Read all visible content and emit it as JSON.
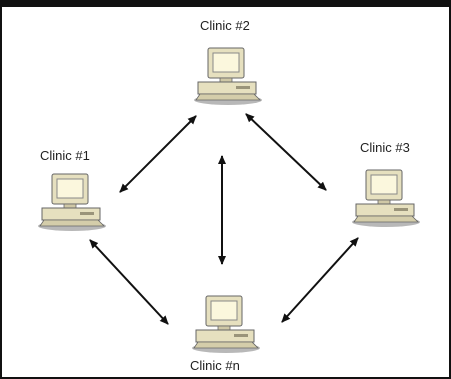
{
  "nodes": [
    {
      "id": "clinic-2",
      "label": "Clinic #2",
      "icon": "computer-icon"
    },
    {
      "id": "clinic-1",
      "label": "Clinic #1",
      "icon": "computer-icon"
    },
    {
      "id": "clinic-3",
      "label": "Clinic #3",
      "icon": "computer-icon"
    },
    {
      "id": "clinic-n",
      "label": "Clinic #n",
      "icon": "computer-icon"
    }
  ],
  "edges": [
    {
      "from": "clinic-1",
      "to": "clinic-2",
      "bidirectional": true
    },
    {
      "from": "clinic-2",
      "to": "clinic-3",
      "bidirectional": true
    },
    {
      "from": "clinic-1",
      "to": "clinic-n",
      "bidirectional": true
    },
    {
      "from": "clinic-3",
      "to": "clinic-n",
      "bidirectional": true
    },
    {
      "from": "clinic-2",
      "to": "clinic-n",
      "bidirectional": true
    }
  ],
  "colors": {
    "monitor_body": "#e6e0bf",
    "screen": "#fbf7dd",
    "outline": "#555555",
    "shadow": "#a9a9a9",
    "arrow": "#111111"
  }
}
